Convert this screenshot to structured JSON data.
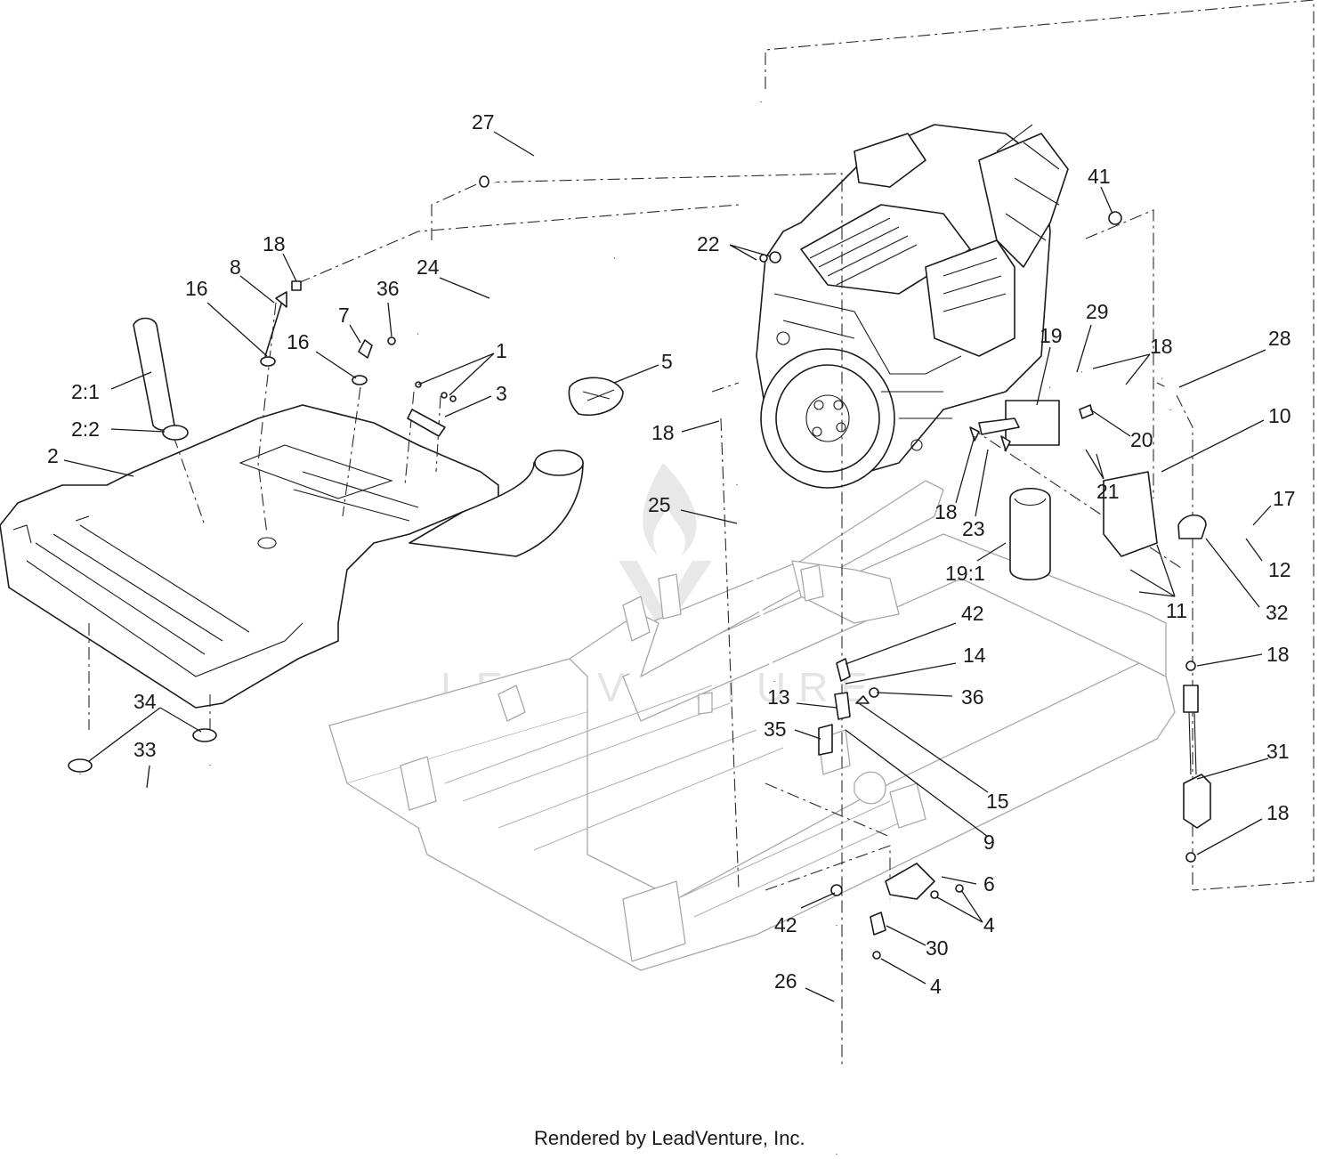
{
  "callouts": [
    "27",
    "41",
    "22",
    "18",
    "8",
    "16",
    "24",
    "36",
    "7",
    "16",
    "1",
    "3",
    "5",
    "2:1",
    "2:2",
    "2",
    "29",
    "19",
    "18",
    "28",
    "18",
    "20",
    "10",
    "21",
    "18",
    "23",
    "17",
    "12",
    "19:1",
    "11",
    "32",
    "25",
    "42",
    "14",
    "36",
    "13",
    "35",
    "15",
    "9",
    "34",
    "33",
    "18",
    "31",
    "18",
    "6",
    "4",
    "42",
    "30",
    "4",
    "26"
  ],
  "watermark": "LEADVENTURE",
  "footer": "Rendered by LeadVenture, Inc.",
  "colors": {
    "line": "#1a1a1a",
    "frame_gray": "#a8a8a8",
    "watermark": "#cfcfcf"
  }
}
